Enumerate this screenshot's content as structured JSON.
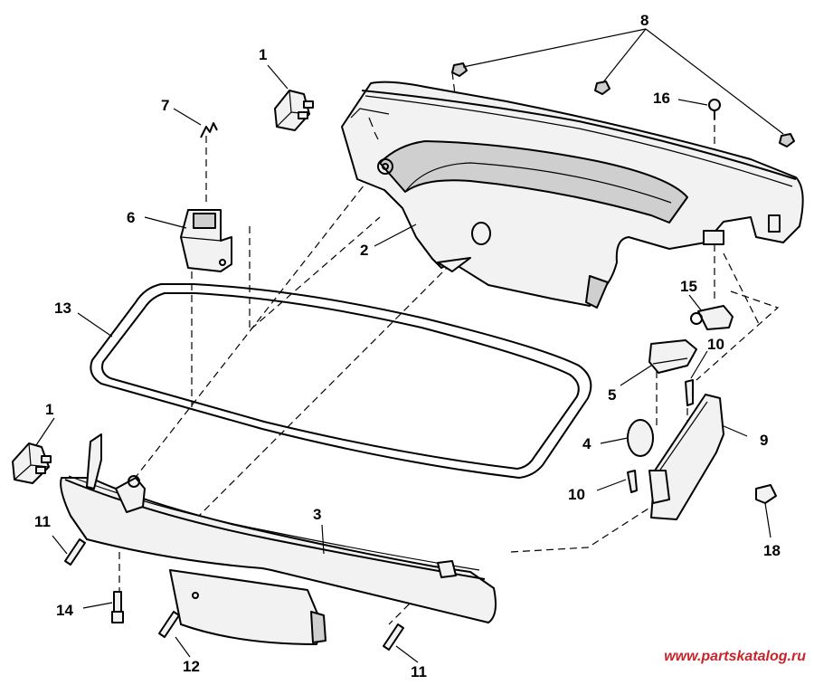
{
  "diagram": {
    "watermark": "www.partskatalog.ru",
    "callouts": [
      {
        "id": "c1a",
        "text": "1"
      },
      {
        "id": "c1b",
        "text": "1"
      },
      {
        "id": "c2",
        "text": "2"
      },
      {
        "id": "c3",
        "text": "3"
      },
      {
        "id": "c4",
        "text": "4"
      },
      {
        "id": "c5",
        "text": "5"
      },
      {
        "id": "c6",
        "text": "6"
      },
      {
        "id": "c7",
        "text": "7"
      },
      {
        "id": "c8",
        "text": "8"
      },
      {
        "id": "c9",
        "text": "9"
      },
      {
        "id": "c10a",
        "text": "10"
      },
      {
        "id": "c10b",
        "text": "10"
      },
      {
        "id": "c11a",
        "text": "11"
      },
      {
        "id": "c11b",
        "text": "11"
      },
      {
        "id": "c12",
        "text": "12"
      },
      {
        "id": "c13",
        "text": "13"
      },
      {
        "id": "c14",
        "text": "14"
      },
      {
        "id": "c15",
        "text": "15"
      },
      {
        "id": "c16",
        "text": "16"
      },
      {
        "id": "c18",
        "text": "18"
      }
    ]
  }
}
